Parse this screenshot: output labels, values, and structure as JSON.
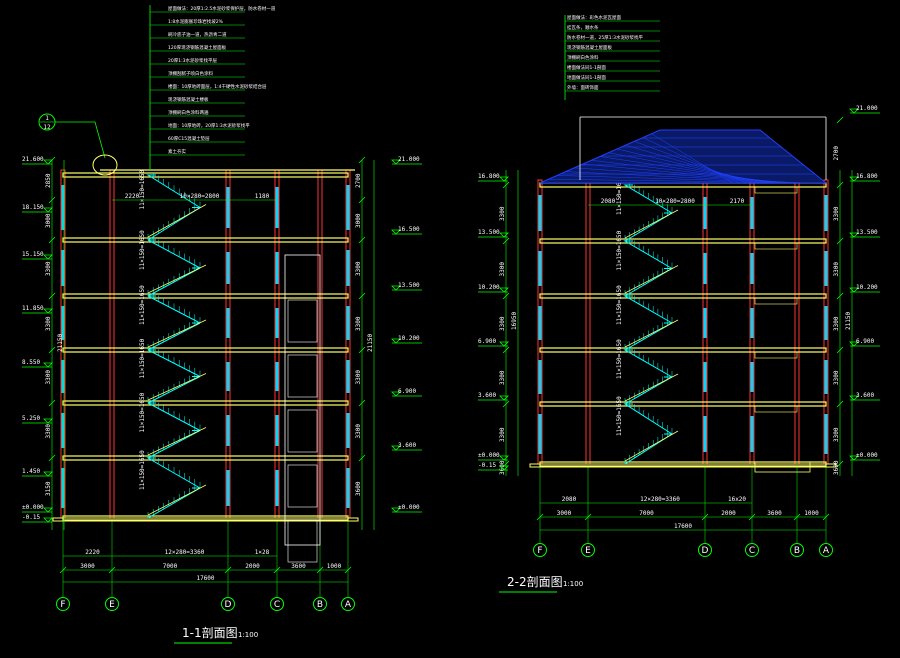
{
  "colors": {
    "background": "#000000",
    "dimension": "#00ff00",
    "floor": "#ffff66",
    "column": "#ff3333",
    "stair": "#00ffff",
    "window": "#00d8ff",
    "roof": "#1e40ff",
    "text": "#ffffff"
  },
  "section_1": {
    "title": "1-1剖面图",
    "scale": "1:100",
    "axes": [
      "F",
      "E",
      "D",
      "C",
      "B",
      "A"
    ],
    "bottom_dims_row1": [
      "3000",
      "7000",
      "2000",
      "3600",
      "1000"
    ],
    "bottom_total": "17600",
    "bottom_dims_row0": [
      "2220",
      "12×280=3360",
      "1×28"
    ],
    "top_dims": [
      "2220",
      "10×280=2800",
      "1180"
    ],
    "left_levels": [
      "21.600",
      "18.150",
      "15.150",
      "11.850",
      "8.550",
      "5.250",
      "1.450",
      "±0.000",
      "-0.15"
    ],
    "right_levels": [
      "21.000",
      "16.500",
      "13.500",
      "10.200",
      "6.900",
      "3.600",
      "±0.000"
    ],
    "left_total": "21150",
    "right_total": "21150",
    "left_story_dims": [
      "2850",
      "3000",
      "3300",
      "3300",
      "3300",
      "3300",
      "3150"
    ],
    "right_story_dims": [
      "2700",
      "3000",
      "3300",
      "3300",
      "3300",
      "3300",
      "3600"
    ],
    "stair_step_label": "11×150=1650",
    "notes": [
      "屋面做法：20厚1:2.5水泥砂浆保护层，防水卷材一道",
      "1:8水泥膨胀珍珠岩找坡2%",
      "刷冷底子油一道，热沥青二道",
      "120厚现浇钢筋混凝土屋面板",
      "20厚1:3水泥砂浆找平层",
      "顶棚刮腻子喷白色涂料",
      "楼面：10厚地砖面层，1:4干硬性水泥砂浆结合层",
      "现浇钢筋混凝土楼板",
      "顶棚刷白色涂料两遍",
      "地面：10厚地砖，20厚1:3水泥砂浆找平",
      "60厚C15混凝土垫层",
      "素土夯实"
    ],
    "callout": [
      "1",
      "12"
    ]
  },
  "section_2": {
    "title": "2-2剖面图",
    "scale": "1:100",
    "axes": [
      "F",
      "E",
      "D",
      "C",
      "B",
      "A"
    ],
    "bottom_dims_row1": [
      "3000",
      "7000",
      "2000",
      "3600",
      "1000"
    ],
    "bottom_total": "17600",
    "bottom_dims_row0": [
      "2080",
      "12×280=3360",
      "16x20"
    ],
    "top_dims": [
      "2080",
      "10×280=2800",
      "2170"
    ],
    "left_levels": [
      "16.800",
      "13.500",
      "10.200",
      "6.900",
      "3.600",
      "±0.000",
      "-0.15"
    ],
    "right_levels": [
      "21.000",
      "16.800",
      "13.500",
      "10.200",
      "6.900",
      "3.600",
      "±0.000"
    ],
    "left_total": "16950",
    "right_total": "21150",
    "left_story_dims": [
      "3300",
      "3300",
      "3300",
      "3300",
      "3300",
      "3600"
    ],
    "right_story_dims": [
      "2700",
      "3300",
      "3300",
      "3300",
      "3300",
      "3300",
      "3600"
    ],
    "stair_step_label": "11×150=1650",
    "notes": [
      "屋面做法：彩色水泥瓦屋面",
      "挂瓦条，顺水条",
      "防水卷材一道，25厚1:3水泥砂浆找平",
      "现浇钢筋混凝土屋面板",
      "顶棚刷白色涂料",
      "楼面做法同1-1剖面",
      "地面做法同1-1剖面",
      "外墙：面砖饰面"
    ]
  }
}
